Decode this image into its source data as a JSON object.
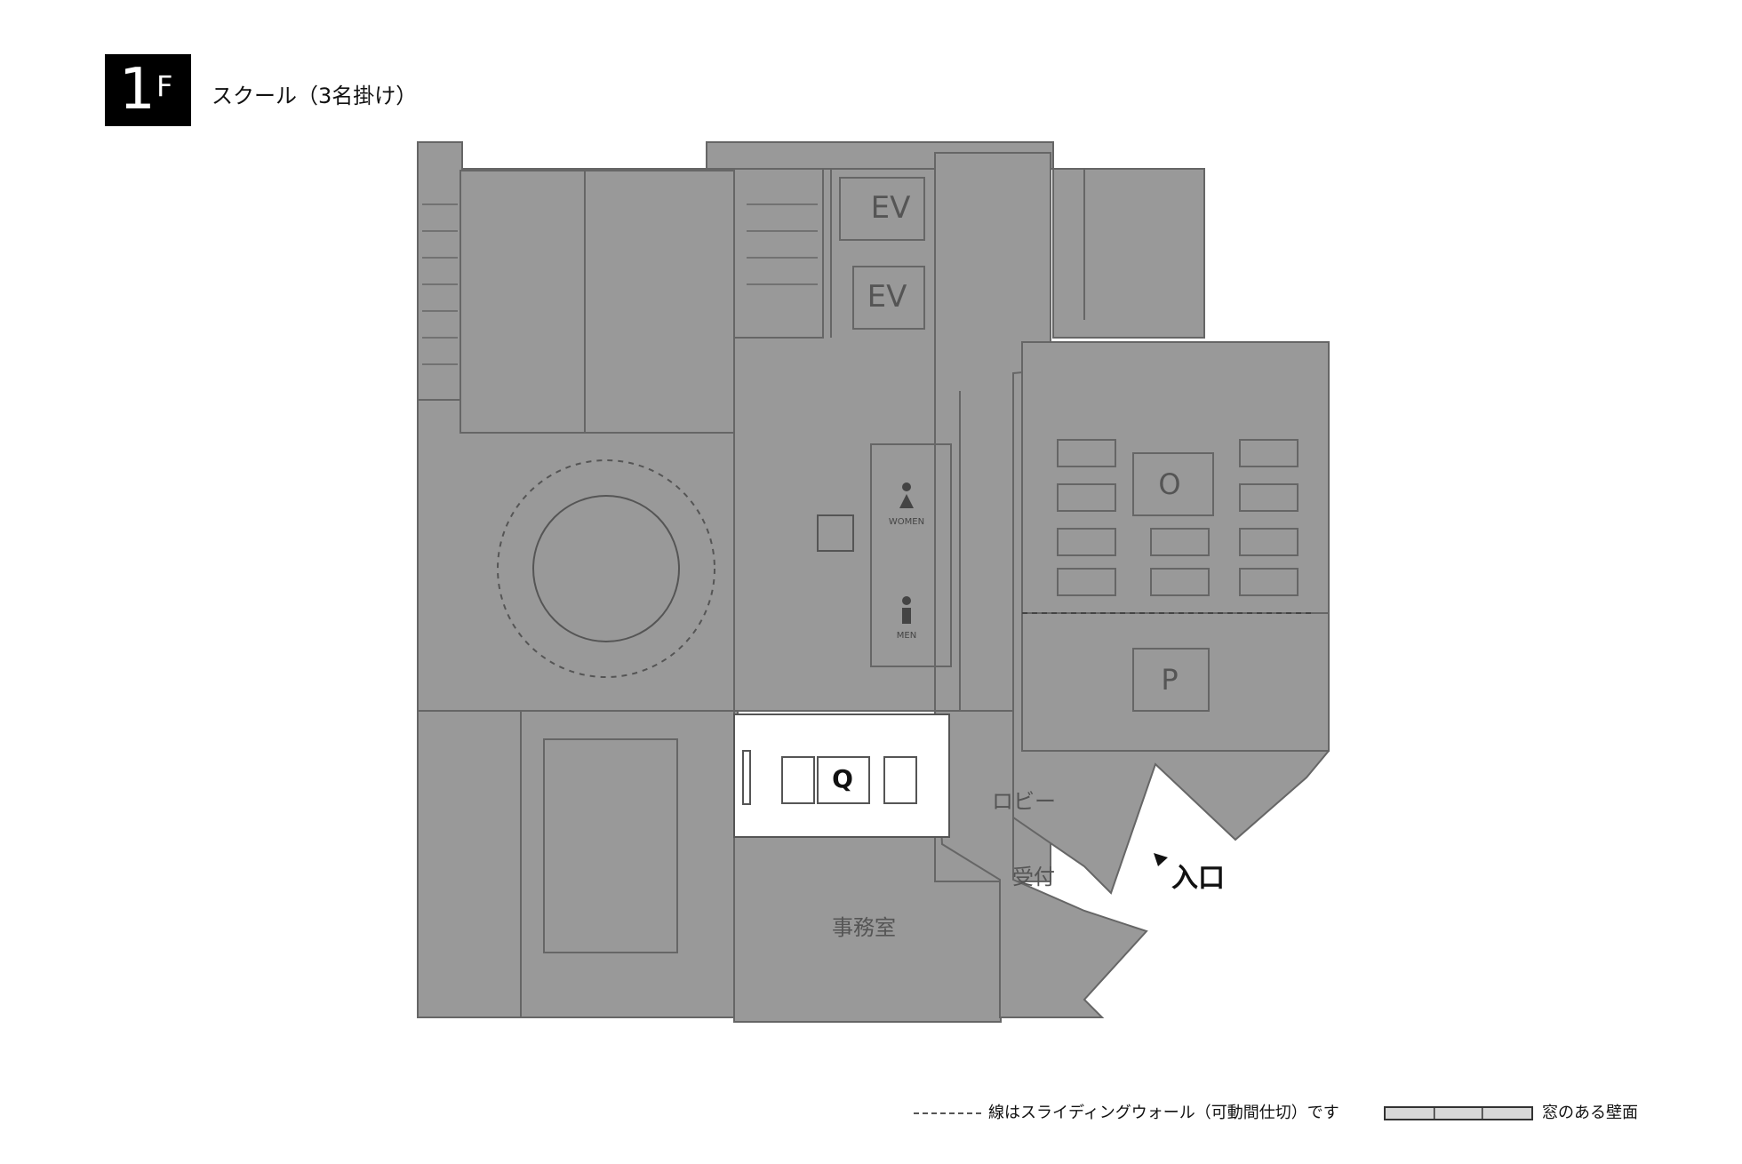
{
  "header": {
    "floor_number": "1",
    "floor_suffix": "F",
    "layout_title": "スクール（3名掛け）"
  },
  "rooms": {
    "ev_upper": "EV",
    "ev_lower": "EV",
    "room_o": "O",
    "room_p": "P",
    "room_q": "Q",
    "lobby": "ロビー",
    "reception": "受付",
    "office": "事務室",
    "entrance": "入口",
    "women": "WOMEN",
    "men": "MEN"
  },
  "legend": {
    "sliding_wall": "線はスライディングウォール（可動間仕切）です",
    "window_wall": "窓のある壁面"
  },
  "colors": {
    "floor_fill": "#999999",
    "wall_stroke": "#666666",
    "highlight_fill": "#ffffff",
    "room_label": "#555555"
  }
}
